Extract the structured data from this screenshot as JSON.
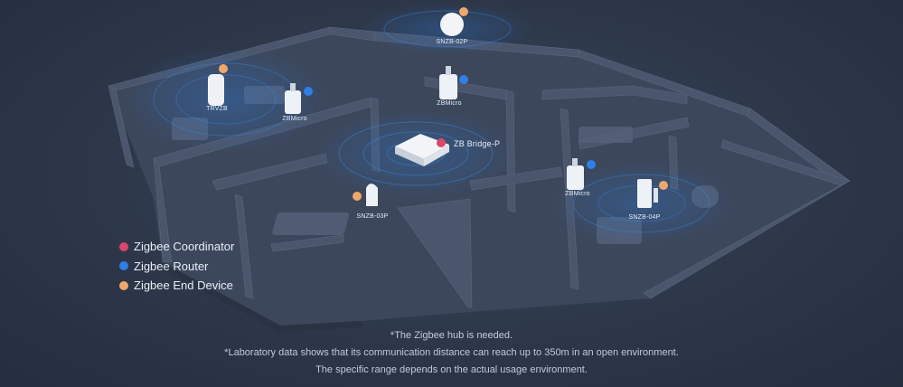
{
  "devices": {
    "snzb02p": "SNZB-02P",
    "trvzb": "TRVZB",
    "zbmicro_left": "ZBMicro",
    "zbmicro_top": "ZBMicro",
    "bridge": "ZB Bridge-P",
    "snzb03p": "SNZB-03P",
    "zbmicro_right": "ZBMicro",
    "snzb04p": "SNZB-04P"
  },
  "legend": [
    {
      "label": "Zigbee Coordinator",
      "color": "#d9476d"
    },
    {
      "label": "Zigbee Router",
      "color": "#2f7fe6"
    },
    {
      "label": "Zigbee End Device",
      "color": "#f0a86a"
    }
  ],
  "notes": [
    "*The Zigbee hub is needed.",
    "*Laboratory data shows that its communication distance can reach up to 350m in an open environment.",
    "The specific range depends on the actual usage environment."
  ],
  "colors": {
    "coordinator": "#d9476d",
    "router": "#2f7fe6",
    "end_device": "#f0a86a",
    "signal": "#2a7ee0"
  }
}
